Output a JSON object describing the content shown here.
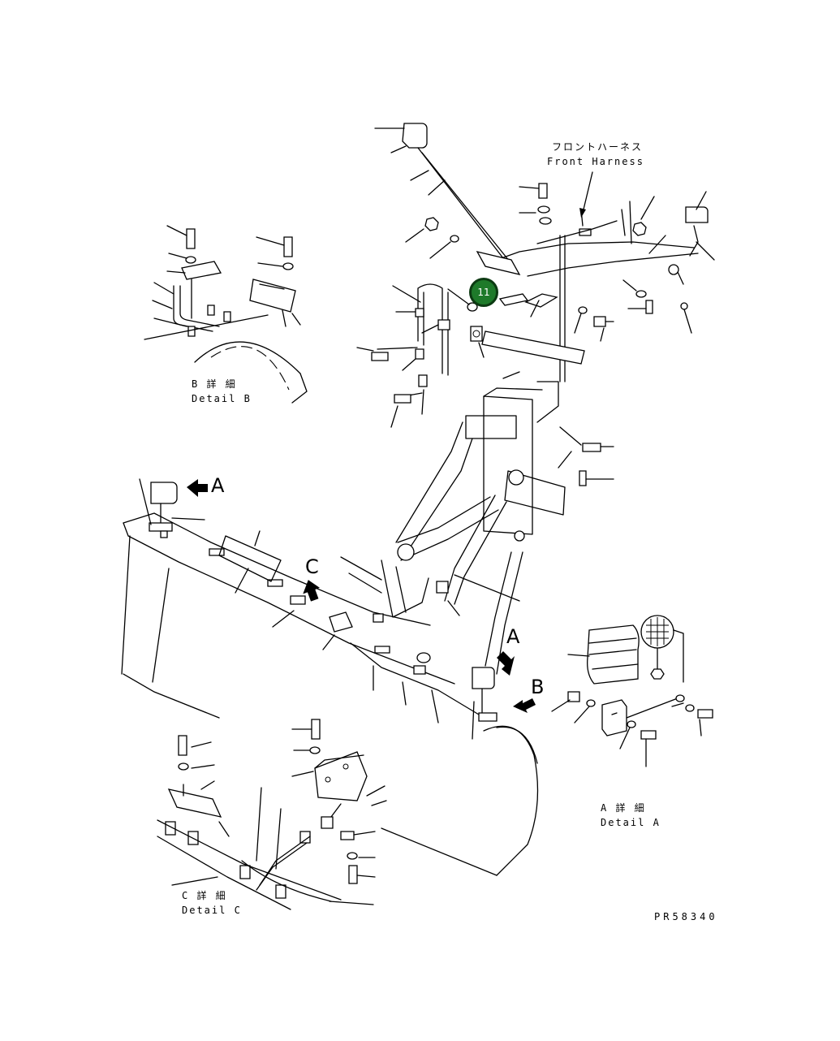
{
  "labels": {
    "front_harness_jp": "フロントハーネス",
    "front_harness_en": "Front Harness",
    "detail_b_jp": "B 詳 細",
    "detail_b_en": "Detail B",
    "detail_a_jp": "A 詳 細",
    "detail_a_en": "Detail A",
    "detail_c_jp": "C 詳 細",
    "detail_c_en": "Detail C",
    "drawing_number": "PR58340"
  },
  "arrows": {
    "a_top": "A",
    "c": "C",
    "a_mid": "A",
    "b": "B"
  },
  "hotspot": {
    "number": "11",
    "color": "#1e7a2a"
  }
}
